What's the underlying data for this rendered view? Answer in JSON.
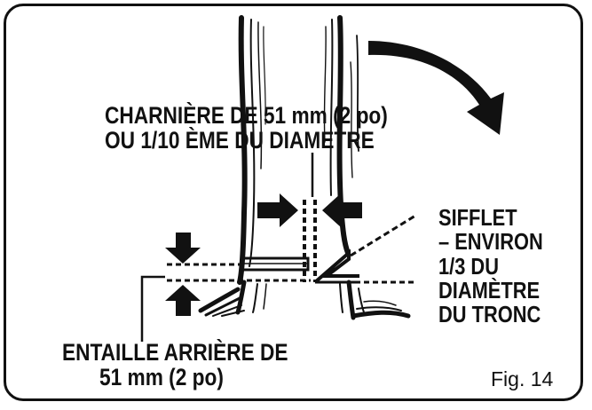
{
  "labels": {
    "hinge_line1": "CHARNIÈRE DE 51 mm (2 po)",
    "hinge_line2": "OU 1/10 ÈME DU DIAMETRE",
    "whistle_line1": "SIFFLET",
    "whistle_line2": "– ENVIRON",
    "whistle_line3": "1/3 DU",
    "whistle_line4": "DIAMÈTRE",
    "whistle_line5": "DU TRONC",
    "backcut_line1": "ENTAILLE ARRIÈRE DE",
    "backcut_line2": "51 mm (2 po)",
    "figure_number": "Fig. 14"
  },
  "colors": {
    "ink": "#111111",
    "background": "#ffffff"
  }
}
